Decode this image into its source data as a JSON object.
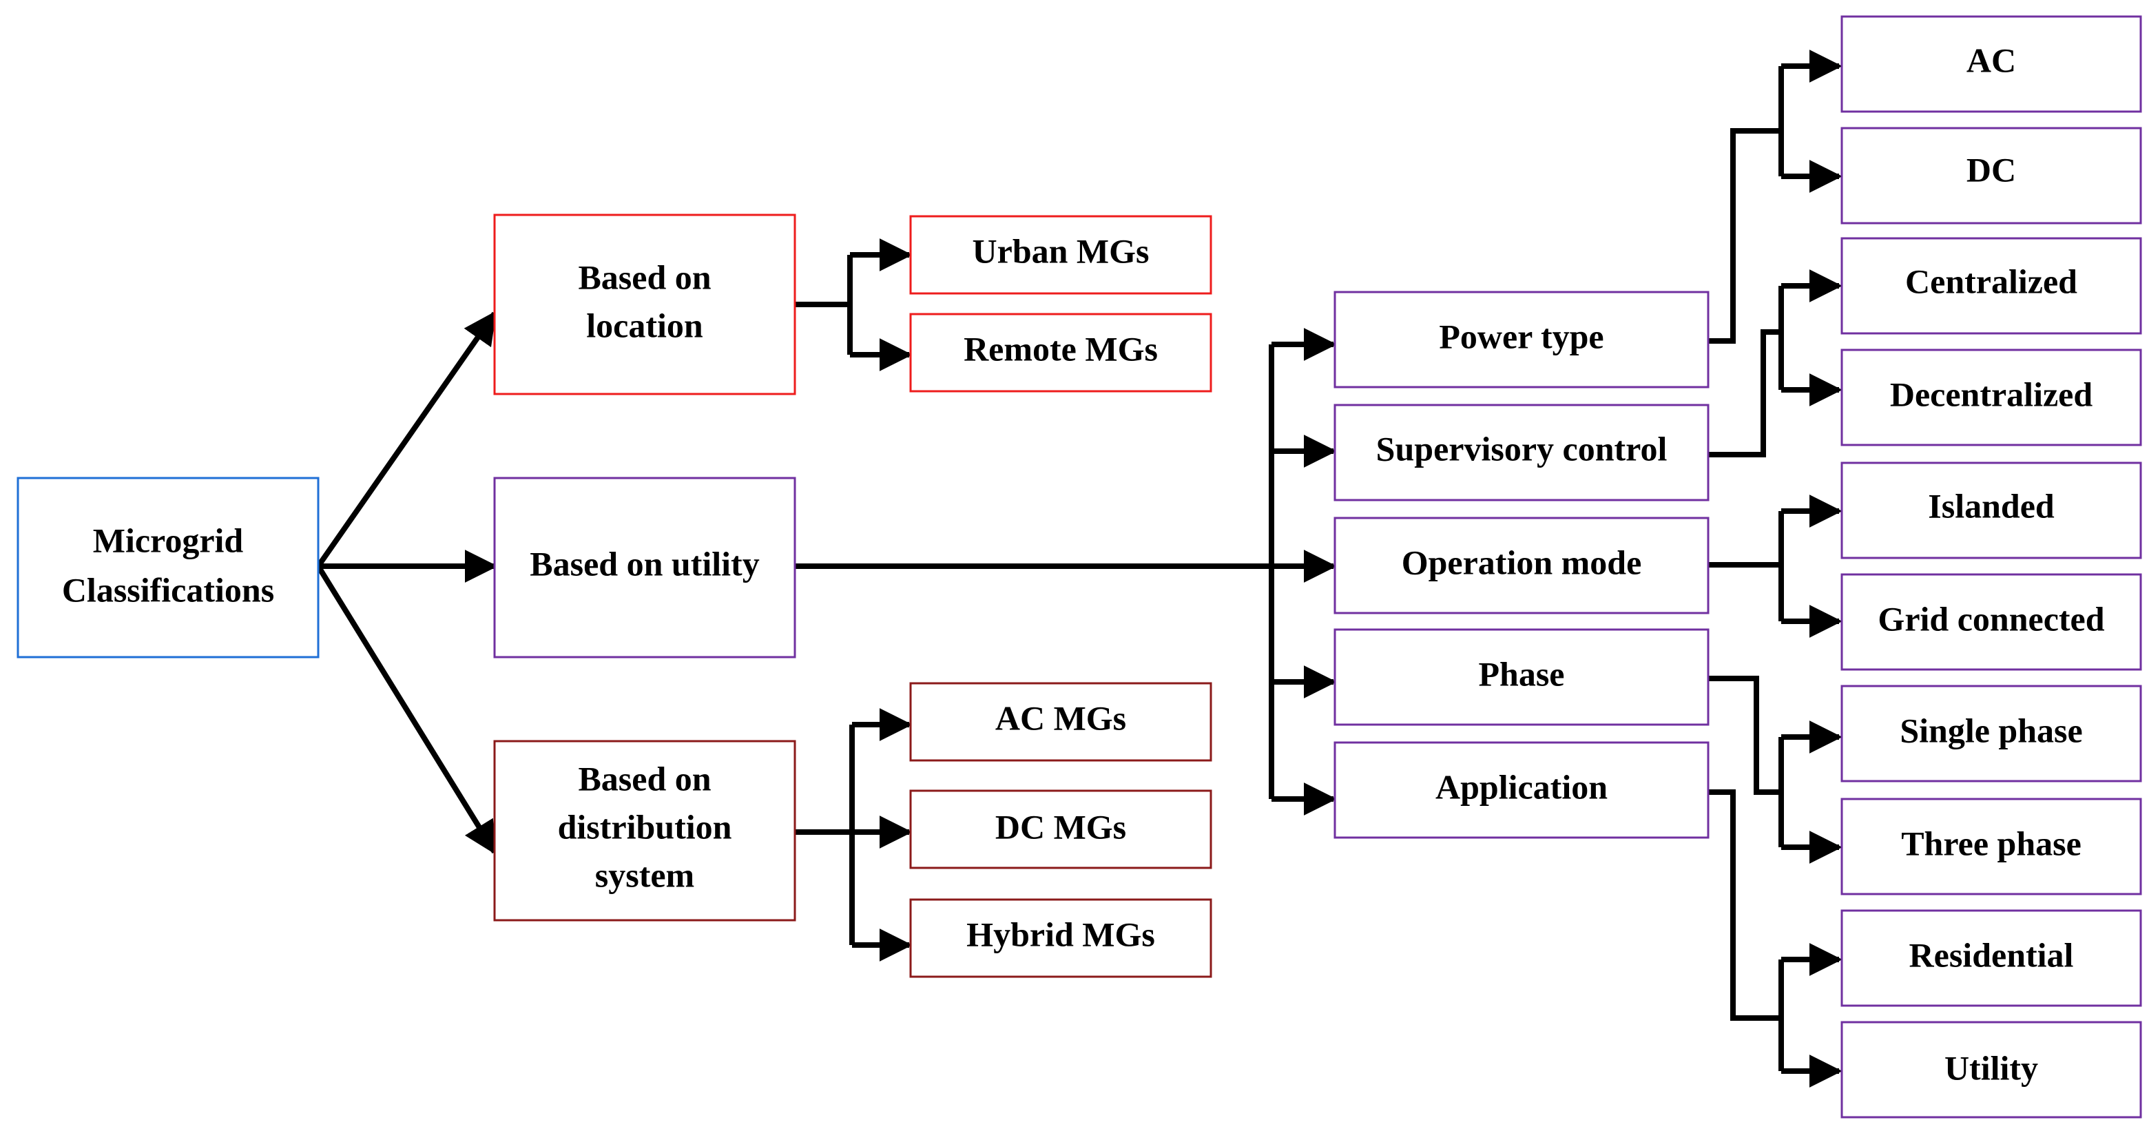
{
  "diagram": {
    "root": {
      "lines": [
        "Microgrid",
        "Classifications"
      ]
    },
    "location": {
      "lines": [
        "Based on",
        "location"
      ],
      "children": [
        "Urban MGs",
        "Remote MGs"
      ]
    },
    "utility": {
      "lines": [
        "Based on utility"
      ]
    },
    "distribution": {
      "lines": [
        "Based on",
        "distribution",
        "system"
      ],
      "children": [
        "AC MGs",
        "DC MGs",
        "Hybrid MGs"
      ]
    },
    "utility_categories": [
      {
        "label": "Power type",
        "children": [
          "AC",
          "DC"
        ]
      },
      {
        "label": "Supervisory control",
        "children": [
          "Centralized",
          "Decentralized"
        ]
      },
      {
        "label": "Operation mode",
        "children": [
          "Islanded",
          "Grid connected"
        ]
      },
      {
        "label": "Phase",
        "children": [
          "Single phase",
          "Three phase"
        ]
      },
      {
        "label": "Application",
        "children": [
          "Residential",
          "Utility"
        ]
      }
    ],
    "colors": {
      "root_border": "#1f6fd6",
      "location_border": "#ee1c1c",
      "utility_border": "#7030a0",
      "distribution_border": "#8b1a1a",
      "connector": "#000000",
      "text": "#000000"
    }
  }
}
